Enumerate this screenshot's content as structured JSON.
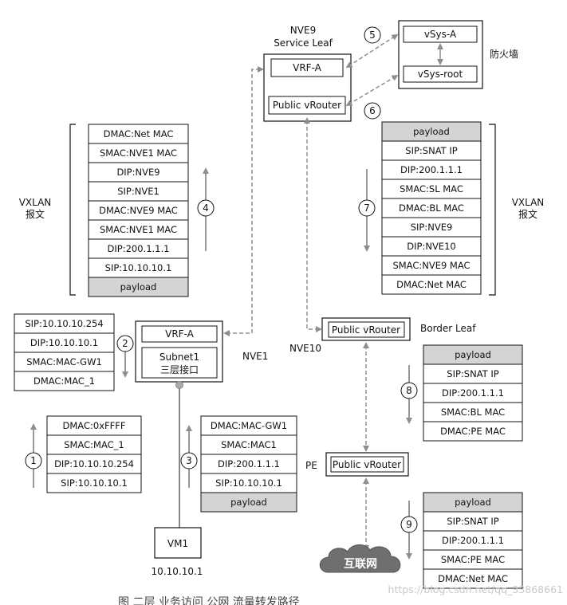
{
  "devices": {
    "nve9_name": "NVE9",
    "nve9_role": "Service Leaf",
    "nve9_vrf": "VRF-A",
    "nve9_public": "Public vRouter",
    "vsys_a": "vSys-A",
    "vsys_root": "vSys-root",
    "firewall": "防火墙",
    "nve1_vrf": "VRF-A",
    "nve1_subnet_line1": "Subnet1",
    "nve1_subnet_line2": "三层接口",
    "nve1_name": "NVE1",
    "nve10_name": "NVE10",
    "nve10_public": "Public vRouter",
    "border_leaf": "Border Leaf",
    "pe_name": "PE",
    "pe_public": "Public vRouter",
    "vm_name": "VM1",
    "vm_ip": "10.10.10.1",
    "internet": "互联网"
  },
  "packets": {
    "p1": [
      "DMAC:0xFFFF",
      "SMAC:MAC_1",
      "DIP:10.10.10.254",
      "SIP:10.10.10.1"
    ],
    "p2": [
      "SIP:10.10.10.254",
      "DIP:10.10.10.1",
      "SMAC:MAC-GW1",
      "DMAC:MAC_1"
    ],
    "p3": [
      "DMAC:MAC-GW1",
      "SMAC:MAC1",
      "DIP:200.1.1.1",
      "SIP:10.10.10.1",
      "payload"
    ],
    "p4": [
      "DMAC:Net MAC",
      "SMAC:NVE1 MAC",
      "DIP:NVE9",
      "SIP:NVE1",
      "DMAC:NVE9 MAC",
      "SMAC:NVE1 MAC",
      "DIP:200.1.1.1",
      "SIP:10.10.10.1",
      "payload"
    ],
    "p7": [
      "payload",
      "SIP:SNAT IP",
      "DIP:200.1.1.1",
      "SMAC:SL MAC",
      "DMAC:BL MAC",
      "SIP:NVE9",
      "DIP:NVE10",
      "SMAC:NVE9 MAC",
      "DMAC:Net MAC"
    ],
    "p8": [
      "payload",
      "SIP:SNAT IP",
      "DIP:200.1.1.1",
      "SMAC:BL MAC",
      "DMAC:PE MAC"
    ],
    "p9": [
      "payload",
      "SIP:SNAT IP",
      "DIP:200.1.1.1",
      "SMAC:PE MAC",
      "DMAC:Net MAC"
    ]
  },
  "vxlan_label_line1": "VXLAN",
  "vxlan_label_line2": "报文",
  "steps": [
    "1",
    "2",
    "3",
    "4",
    "5",
    "6",
    "7",
    "8",
    "9"
  ],
  "caption": "图 二层 业务访问 公网 流量转发路径",
  "watermark": "https://blog.csdn.net/qq_33868661",
  "colors": {
    "header_fill": "#d4d4d4",
    "cell_fill": "#ffffff",
    "line": "#111111",
    "dash": "#8e8e8e",
    "cloud": "#6f6f6f"
  }
}
